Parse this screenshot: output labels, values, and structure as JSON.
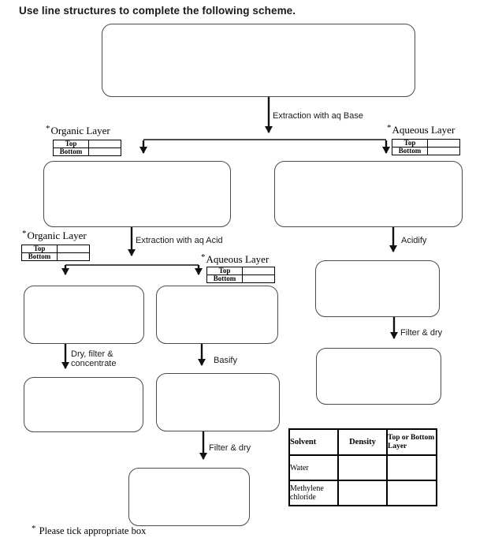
{
  "title": "Use line structures to complete the following scheme.",
  "arrows": {
    "extraction_base": "Extraction with aq Base",
    "extraction_acid": "Extraction with aq Acid",
    "acidify": "Acidify",
    "dry_filter_concentrate": "Dry, filter & concentrate",
    "basify": "Basify",
    "filter_dry": "Filter & dry"
  },
  "layers": {
    "asterisk": "*",
    "organic_label": "Organic Layer",
    "aqueous_label": "Aqueous Layer",
    "tick_rows": [
      "Top",
      "Bottom"
    ]
  },
  "solvent_table": {
    "headers": [
      "Solvent",
      "Density",
      "Top or Bottom Layer"
    ],
    "rows": [
      {
        "solvent": "Water"
      },
      {
        "solvent": "Methylene chloride"
      }
    ]
  },
  "footnote": {
    "asterisk": "*",
    "text": "Please tick appropriate box"
  }
}
